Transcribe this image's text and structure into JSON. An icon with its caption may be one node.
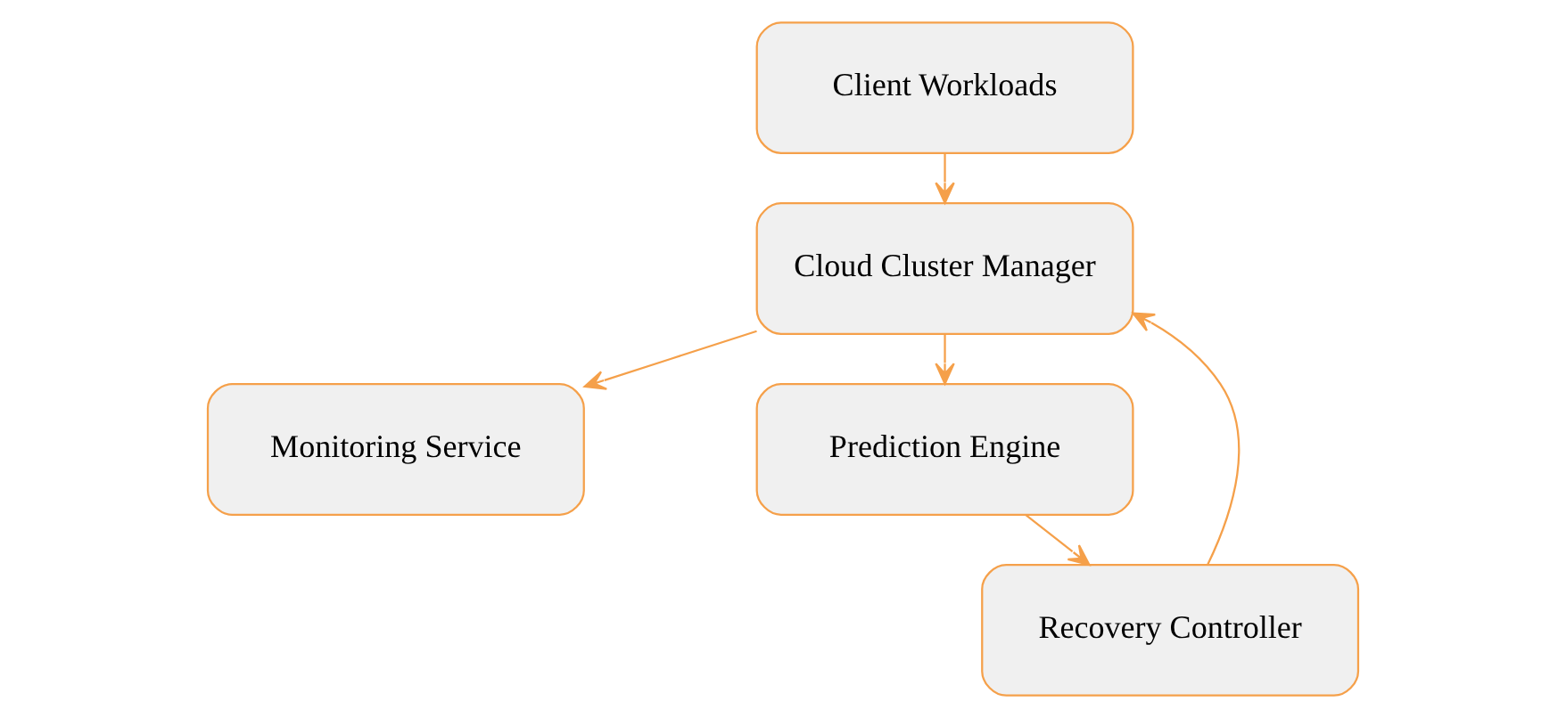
{
  "diagram": {
    "nodes": [
      {
        "text": [
          "Client Workloads"
        ]
      },
      {
        "text": [
          "Cloud Cluster Manager"
        ]
      },
      {
        "text": [
          "Monitoring Service"
        ]
      },
      {
        "text": [
          "Prediction Engine"
        ]
      },
      {
        "text": [
          "Recovery Controller"
        ]
      }
    ],
    "edges": [
      {
        "from": 0,
        "to": 1,
        "arrow": "to"
      },
      {
        "from": 1,
        "to": 2,
        "arrow": "to"
      },
      {
        "from": 1,
        "to": 3,
        "arrow": "to"
      },
      {
        "from": 3,
        "to": 4,
        "arrow": "to"
      },
      {
        "from": 4,
        "to": 1,
        "arrow": "to"
      }
    ]
  }
}
